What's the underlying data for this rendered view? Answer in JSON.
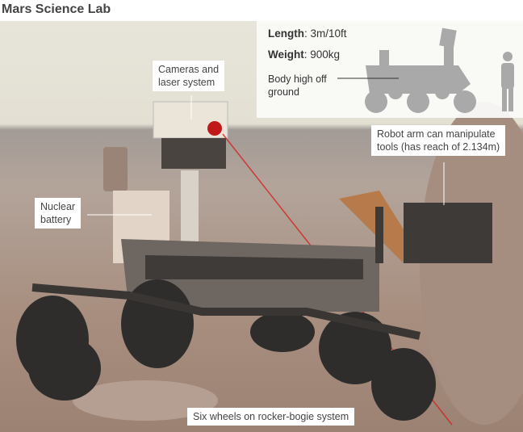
{
  "title": "Mars Science Lab",
  "info": {
    "length_label": "Length",
    "length_value": ": 3m/10ft",
    "weight_label": "Weight",
    "weight_value": ": 900kg",
    "body_note_line1": "Body high off",
    "body_note_line2": "ground"
  },
  "callouts": {
    "cameras_line1": "Cameras and",
    "cameras_line2": "laser system",
    "nuclear_line1": "Nuclear",
    "nuclear_line2": "battery",
    "arm_line1": "Robot arm can manipulate",
    "arm_line2": "tools (has reach of 2.134m)",
    "wheels": "Six wheels on rocker-bogie system"
  },
  "colors": {
    "laser": "#d42020",
    "sky": "#e6e4d8",
    "ground": "#a8907f"
  }
}
